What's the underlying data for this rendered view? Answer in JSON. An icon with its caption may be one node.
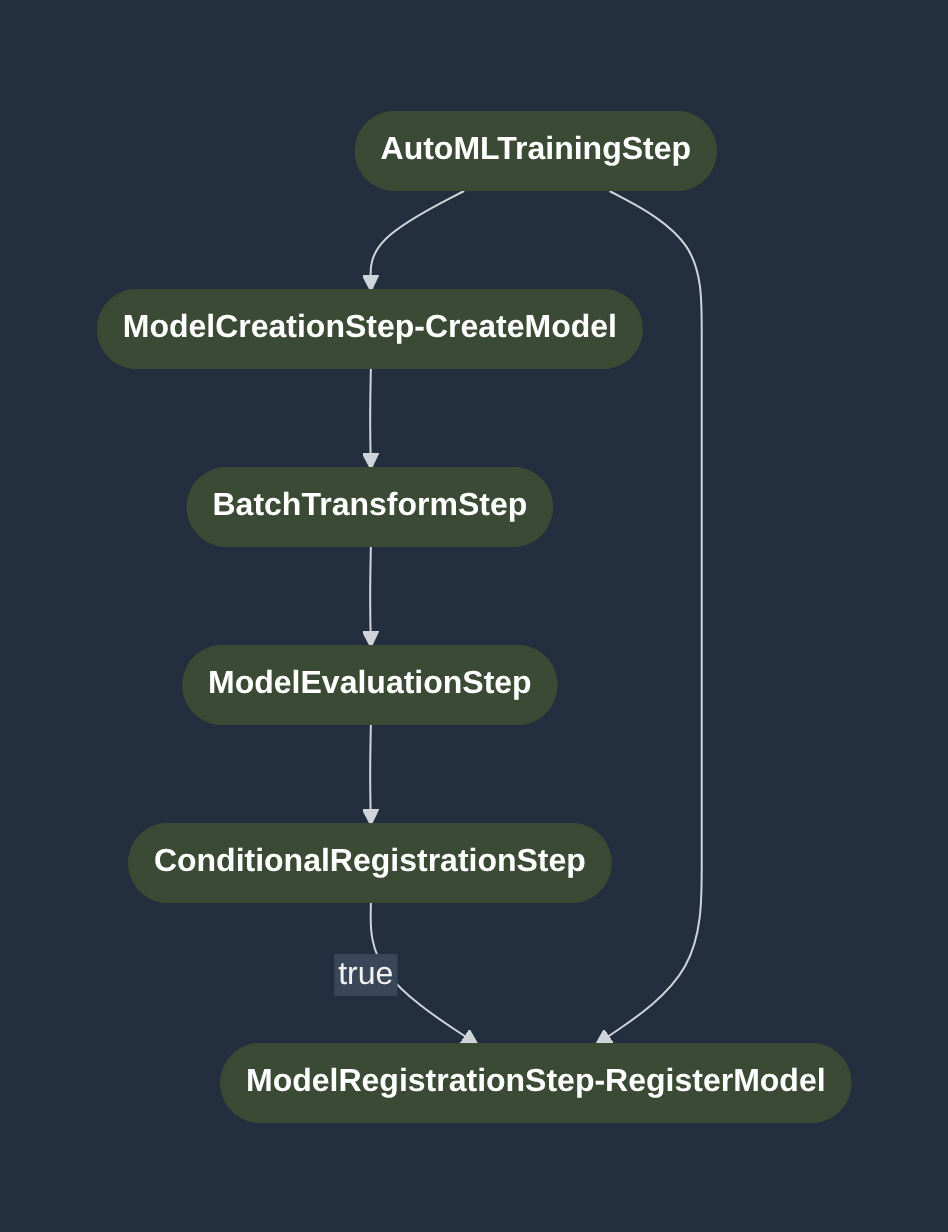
{
  "diagram": {
    "nodes": [
      {
        "text": [
          "AutoMLTrainingStep"
        ]
      },
      {
        "text": [
          "ModelCreationStep-CreateModel"
        ]
      },
      {
        "text": [
          "BatchTransformStep"
        ]
      },
      {
        "text": [
          "ModelEvaluationStep"
        ]
      },
      {
        "text": [
          "ConditionalRegistrationStep"
        ]
      },
      {
        "text": [
          "ModelRegistrationStep-RegisterModel"
        ]
      }
    ],
    "edges": [
      {
        "from": 0,
        "to": 1,
        "arrow": "to"
      },
      {
        "from": 1,
        "to": 2,
        "arrow": "to"
      },
      {
        "from": 2,
        "to": 3,
        "arrow": "to"
      },
      {
        "from": 3,
        "to": 4,
        "arrow": "to"
      },
      {
        "from": 4,
        "to": 5,
        "label": "true",
        "arrow": "to"
      },
      {
        "from": 0,
        "to": 5,
        "arrow": "to"
      }
    ]
  }
}
